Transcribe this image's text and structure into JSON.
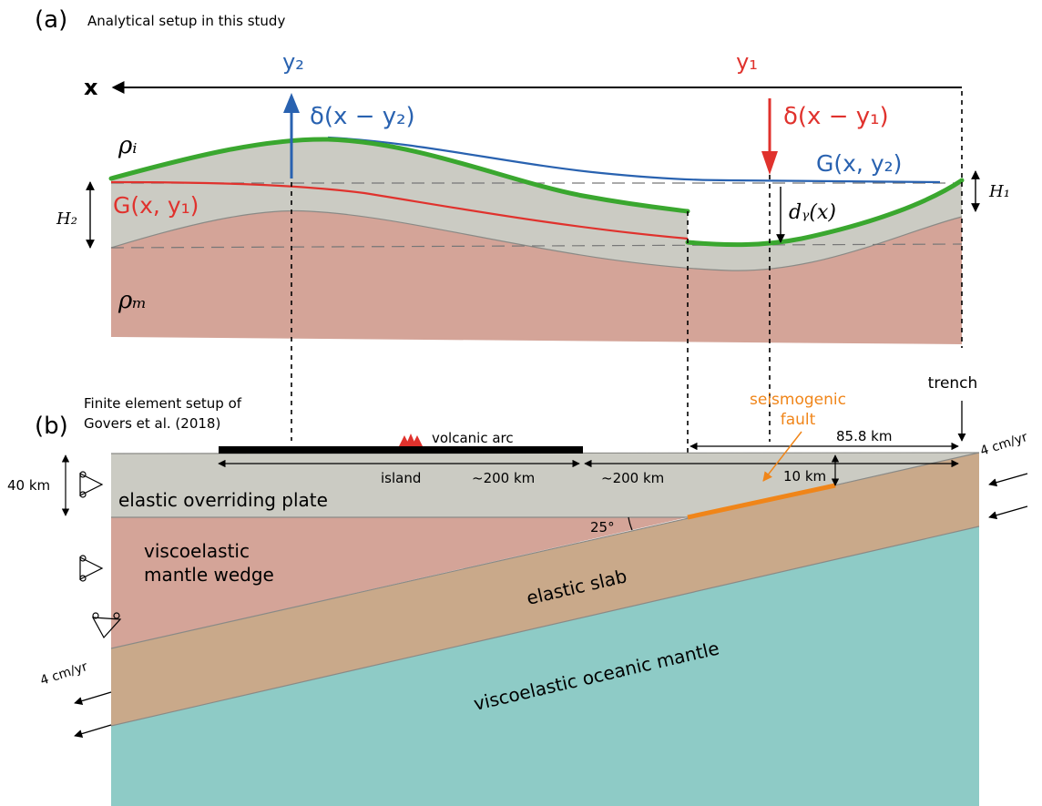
{
  "panel_a": {
    "label": "(a)",
    "title": "Analytical setup in this study",
    "axis_x": "x",
    "y2": "y₂",
    "y1": "y₁",
    "delta_y2": "δ(x − y₂)",
    "delta_y1": "δ(x − y₁)",
    "rho_i": "ρᵢ",
    "rho_m": "ρₘ",
    "G_y1": "G(x, y₁)",
    "G_y2": "G(x, y₂)",
    "H1": "H₁",
    "H2": "H₂",
    "dy": "dᵧ(x)"
  },
  "panel_b": {
    "label": "(b)",
    "title_line1": "Finite element setup of",
    "title_line2": "Govers et al. (2018)",
    "volcanic_arc": "volcanic arc",
    "island": "island",
    "dist_island": "~200 km",
    "dist_gap": "~200 km",
    "dist_trench": "85.8 km",
    "fault_depth": "10 km",
    "thickness": "40 km",
    "seismogenic_line1": "seismogenic",
    "seismogenic_line2": "fault",
    "trench": "trench",
    "rate_right": "4 cm/yr",
    "rate_left": "4 cm/yr",
    "angle": "25°",
    "layer_overriding": "elastic overriding plate",
    "layer_wedge_line1": "viscoelastic",
    "layer_wedge_line2": "mantle wedge",
    "layer_slab": "elastic slab",
    "layer_oceanic": "viscoelastic oceanic mantle"
  },
  "colors": {
    "crust": "#cbcbc3",
    "mantle": "#d4a498",
    "slab": "#c9a98a",
    "oceanic": "#8ecbc6",
    "green_line": "#3aa72f",
    "blue": "#2962b0",
    "red": "#e0322d",
    "orange": "#f08519"
  }
}
